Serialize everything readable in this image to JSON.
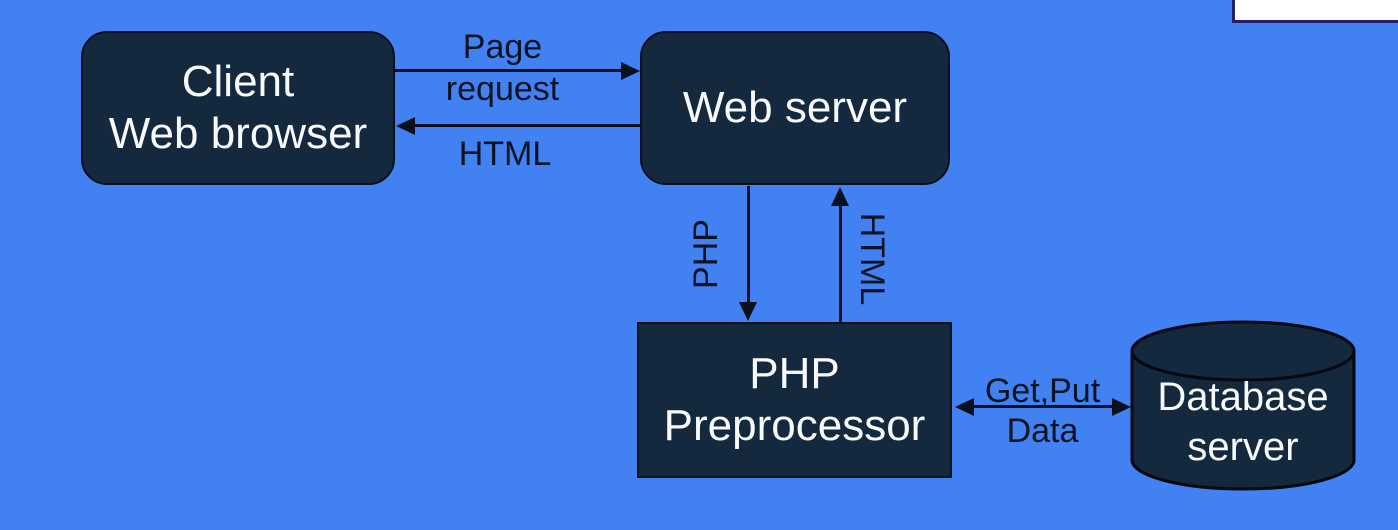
{
  "diagram": {
    "colors": {
      "background": "#4181F2",
      "node_fill": "#14283E",
      "node_border": "#09101D",
      "node_text": "#F7F9FB",
      "edge": "#0A101E",
      "edge_label_text": "#0B1322",
      "corner_panel_fill": "#FFFFFF",
      "corner_panel_border": "#232168"
    },
    "nodes": {
      "client": {
        "line1": "Client",
        "line2": "Web browser"
      },
      "web_server": {
        "label": "Web server"
      },
      "php_preprocessor": {
        "line1": "PHP",
        "line2": "Preprocessor"
      },
      "database_server": {
        "line1": "Database",
        "line2": "server"
      }
    },
    "edges": {
      "page_request": {
        "line1": "Page",
        "line2": "request"
      },
      "html_response": {
        "label": "HTML"
      },
      "php_down": {
        "label": "PHP"
      },
      "html_up": {
        "label": "HTML"
      },
      "get_put_data": {
        "line1": "Get,Put",
        "line2": "Data"
      }
    }
  }
}
